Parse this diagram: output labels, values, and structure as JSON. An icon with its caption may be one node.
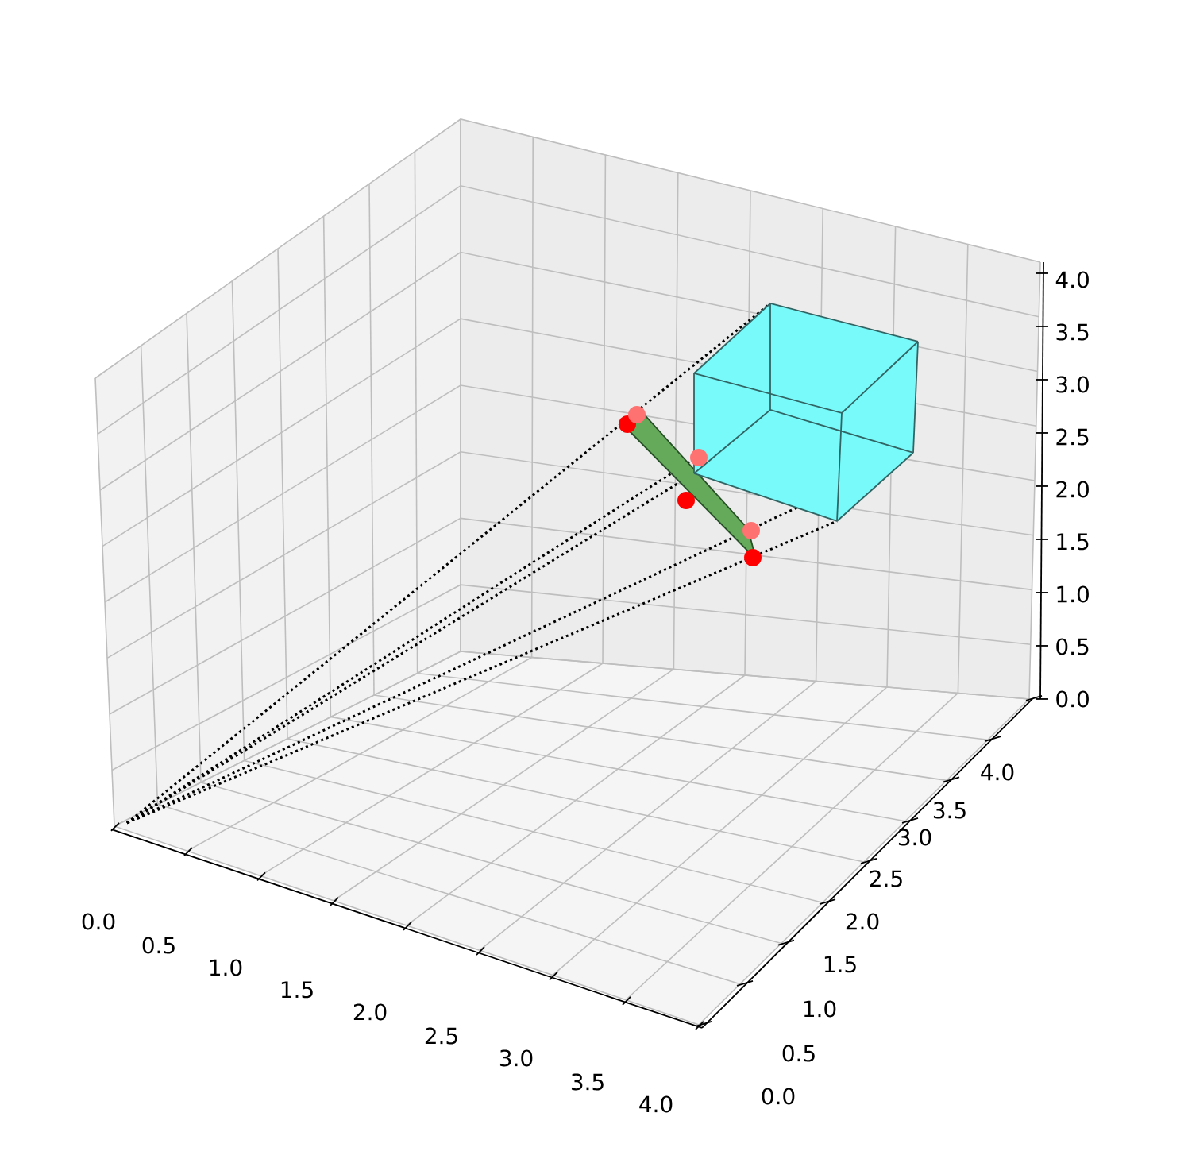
{
  "diagram": {
    "labels": [
      "0.0",
      "0.5",
      "1.0",
      "1.5",
      "2.0",
      "2.5",
      "3.0",
      "3.5",
      "4.0",
      "0.0",
      "0.5",
      "1.0",
      "1.5",
      "2.0",
      "2.5",
      "3.0",
      "3.5",
      "4.0",
      "0.0",
      "0.5",
      "1.0",
      "1.5",
      "2.0",
      "2.5",
      "3.0",
      "3.5",
      "4.0"
    ]
  }
}
